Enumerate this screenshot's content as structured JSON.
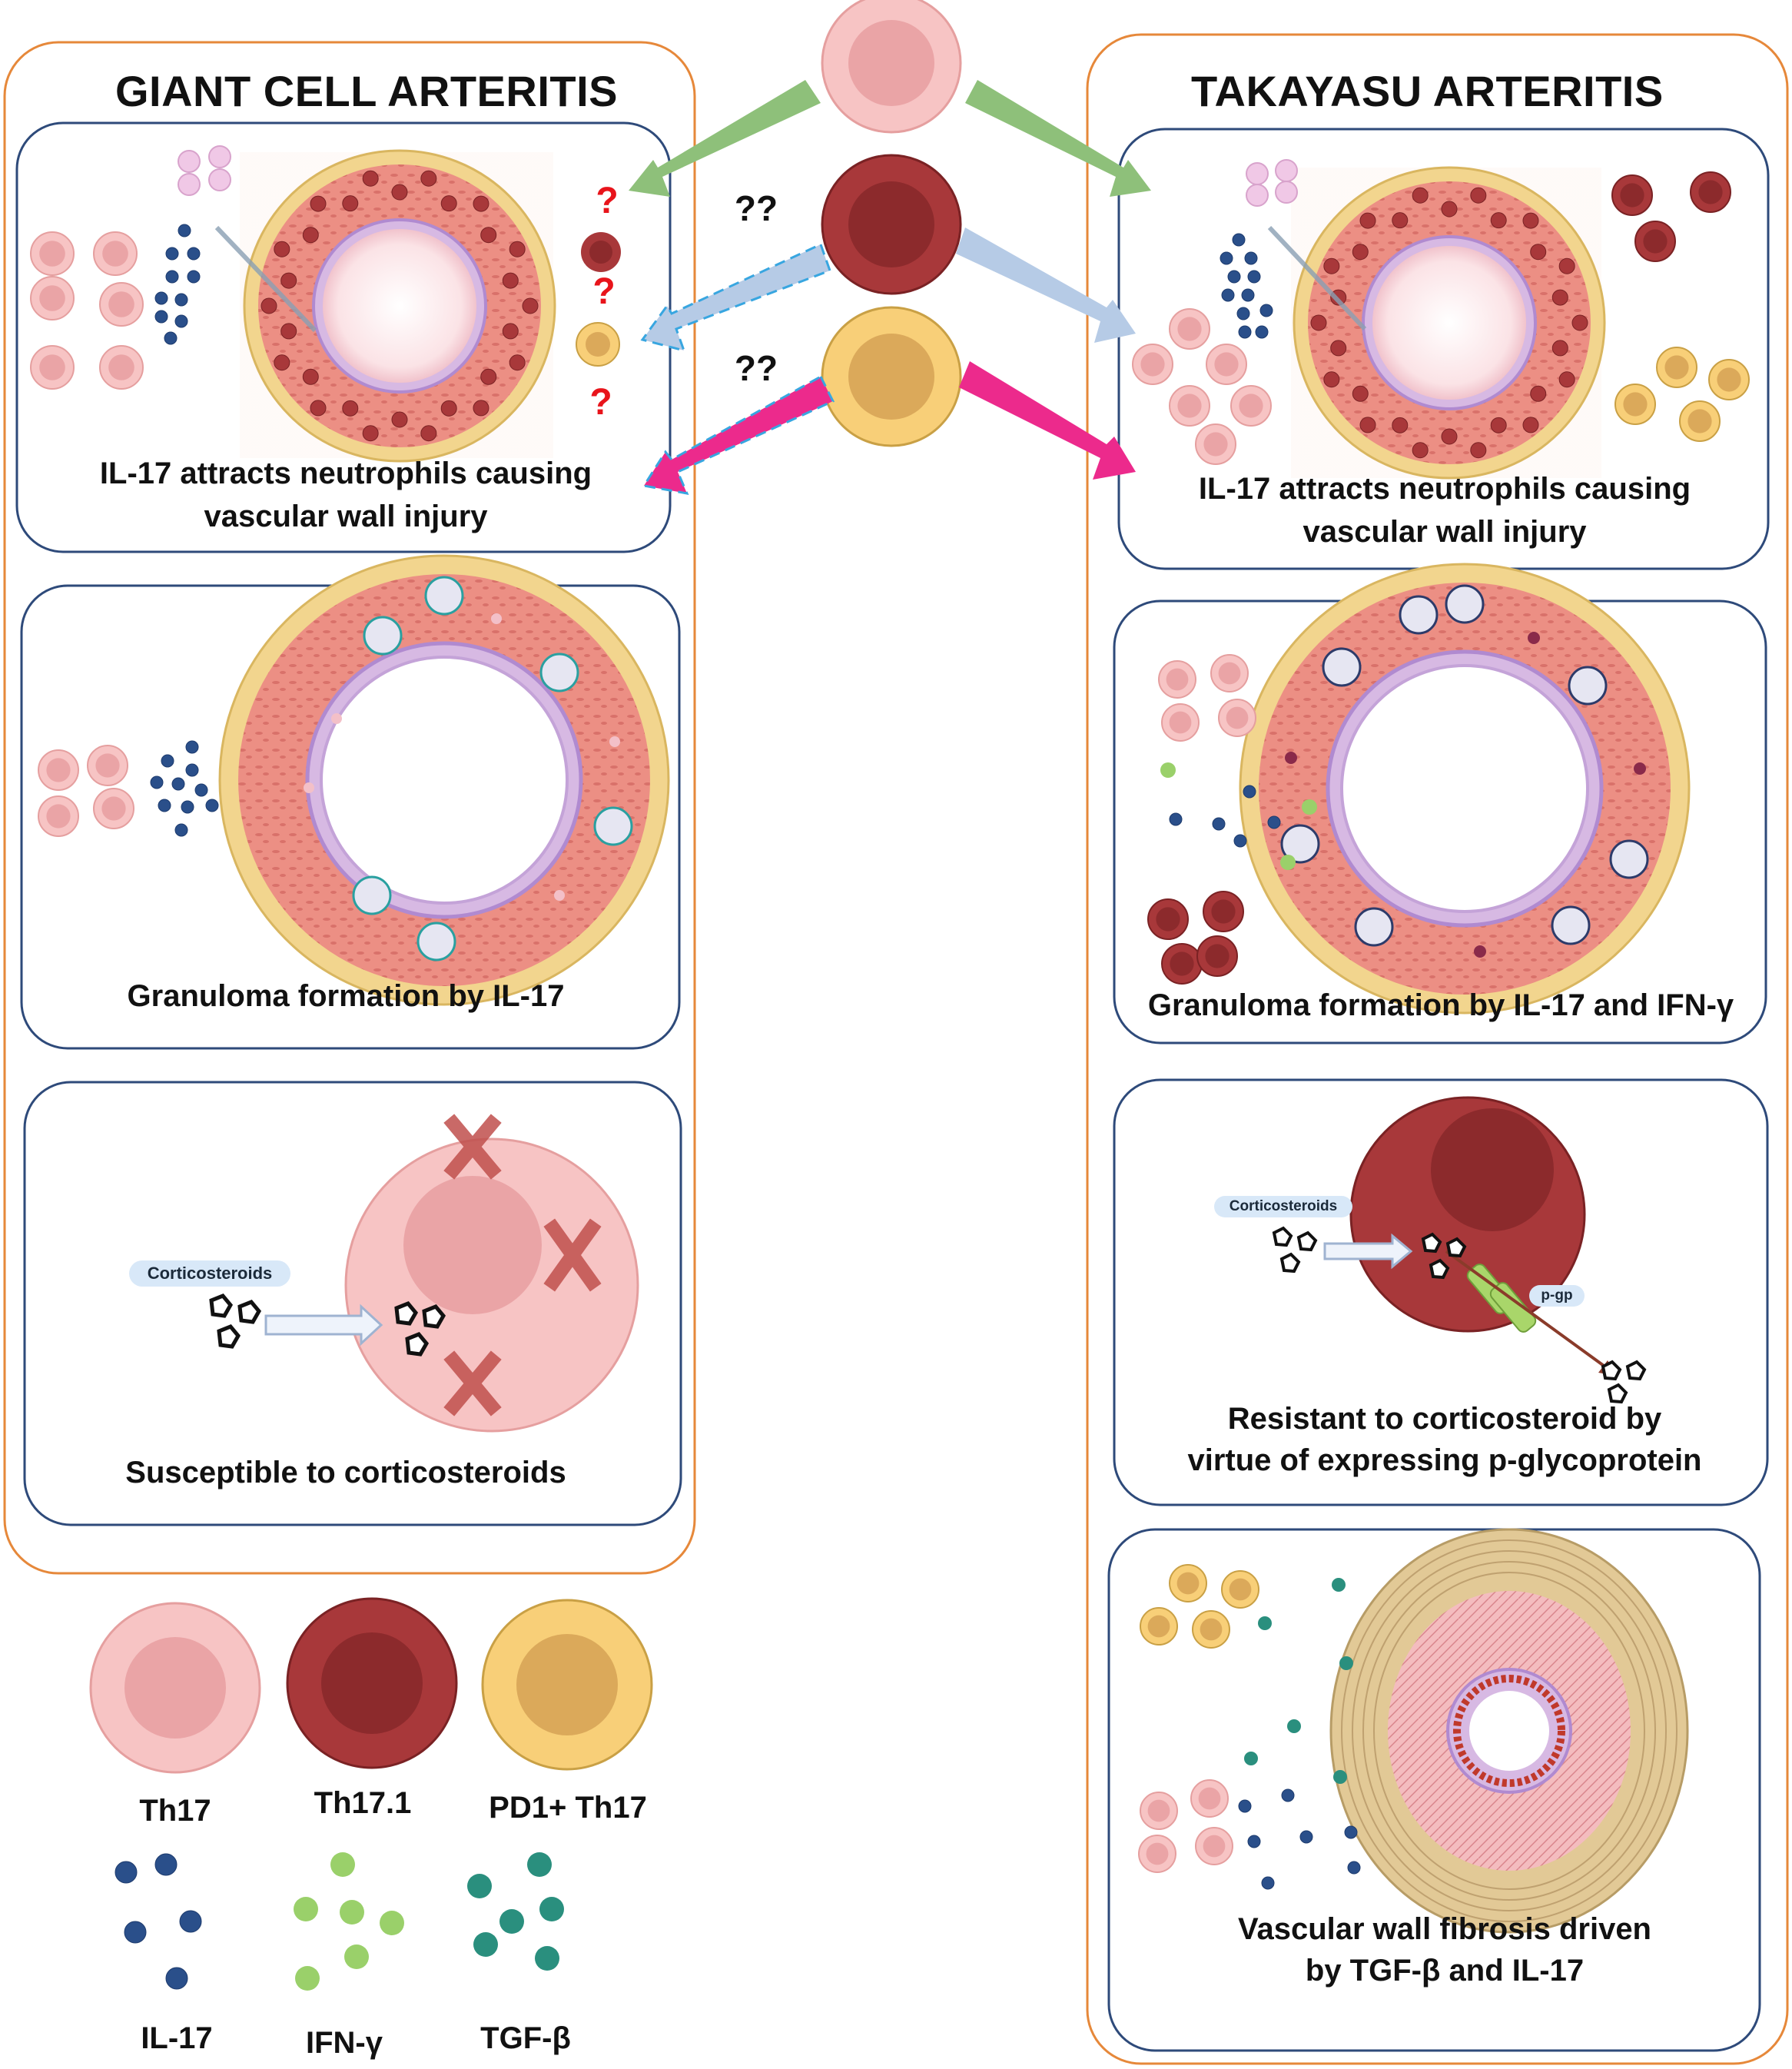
{
  "gca": {
    "title": "GIANT CELL ARTERITIS",
    "panel1_caption_l1": "IL-17 attracts neutrophils causing",
    "panel1_caption_l2": "vascular wall injury",
    "panel2_caption": "Granuloma formation by IL-17",
    "panel3_caption": "Susceptible to corticosteroids",
    "drug_label": "Corticosteroids",
    "question_mark": "?"
  },
  "ta": {
    "title": "TAKAYASU ARTERITIS",
    "panel1_caption_l1": "IL-17 attracts neutrophils causing",
    "panel1_caption_l2": "vascular wall injury",
    "panel2_caption": "Granuloma formation by IL-17 and IFN-γ",
    "panel3_caption_l1": "Resistant to corticosteroid by",
    "panel3_caption_l2": "virtue of expressing p-glycoprotein",
    "panel4_caption_l1": "Vascular wall fibrosis driven",
    "panel4_caption_l2": "by TGF-β and IL-17",
    "drug_label": "Corticosteroids",
    "pump_label": "p-gp"
  },
  "center": {
    "uncertain_label": "??"
  },
  "legend": {
    "th17": "Th17",
    "th171": "Th17.1",
    "pd1": "PD1+ Th17",
    "il17": "IL-17",
    "ifng": "IFN-γ",
    "tgfb": "TGF-β"
  },
  "colors": {
    "th17": "#f4b8b8",
    "th171": "#a8383a",
    "pd1": "#f5c86a",
    "il17": "#2a4f8a",
    "ifng": "#9ad06a",
    "tgfb": "#2a8f7e",
    "outer_frame": "#e6883a",
    "panel_frame": "#2e4a7a",
    "arrow_green": "#8ec07a",
    "arrow_blue": "#a9c1e0",
    "arrow_pink": "#ec2a8c",
    "cross": "#c0504d",
    "question": "#e8141b"
  }
}
